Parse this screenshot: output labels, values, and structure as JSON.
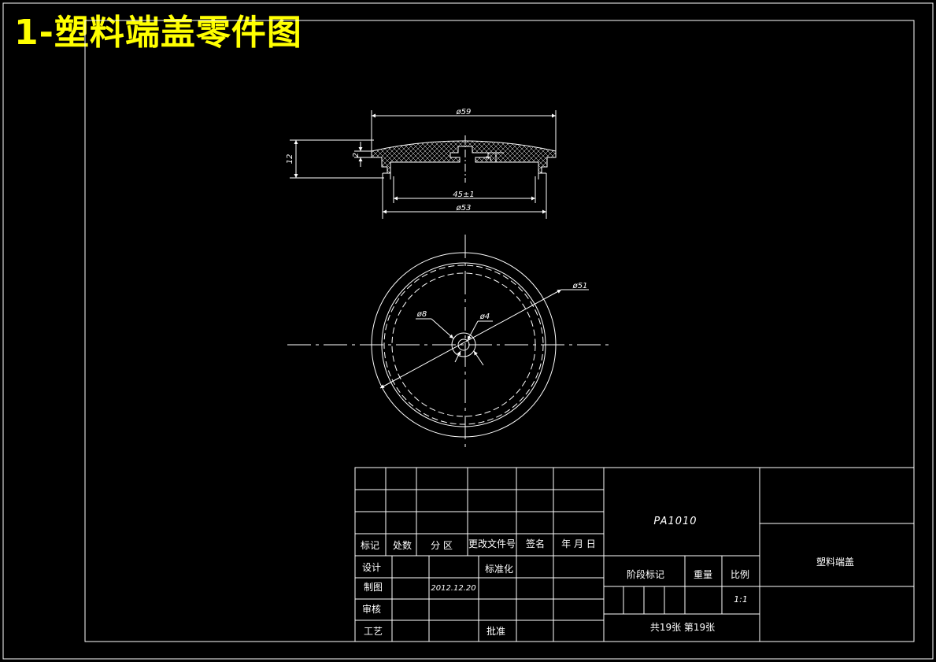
{
  "title": "1-塑料端盖零件图",
  "colors": {
    "background": "#000000",
    "line": "#ffffff",
    "title": "#ffff00"
  },
  "dimensions": {
    "d59": "ø59",
    "d53": "ø53",
    "d45": "45±1",
    "h12": "12",
    "h2": "2",
    "h3": "3",
    "d51": "ø51",
    "d8": "ø8",
    "d4": "ø4"
  },
  "title_block": {
    "headers": [
      "标记",
      "处数",
      "分 区",
      "更改文件号",
      "签名",
      "年 月 日"
    ],
    "design": "设计",
    "standardize": "标准化",
    "draw": "制图",
    "date": "2012.12.20",
    "review": "审核",
    "process": "工艺",
    "approve": "批准",
    "material": "PA1010",
    "stage_mark": "阶段标记",
    "weight": "重量",
    "scale_label": "比例",
    "scale_value": "1:1",
    "sheets": "共19张 第19张",
    "part_name": "塑料端盖"
  }
}
